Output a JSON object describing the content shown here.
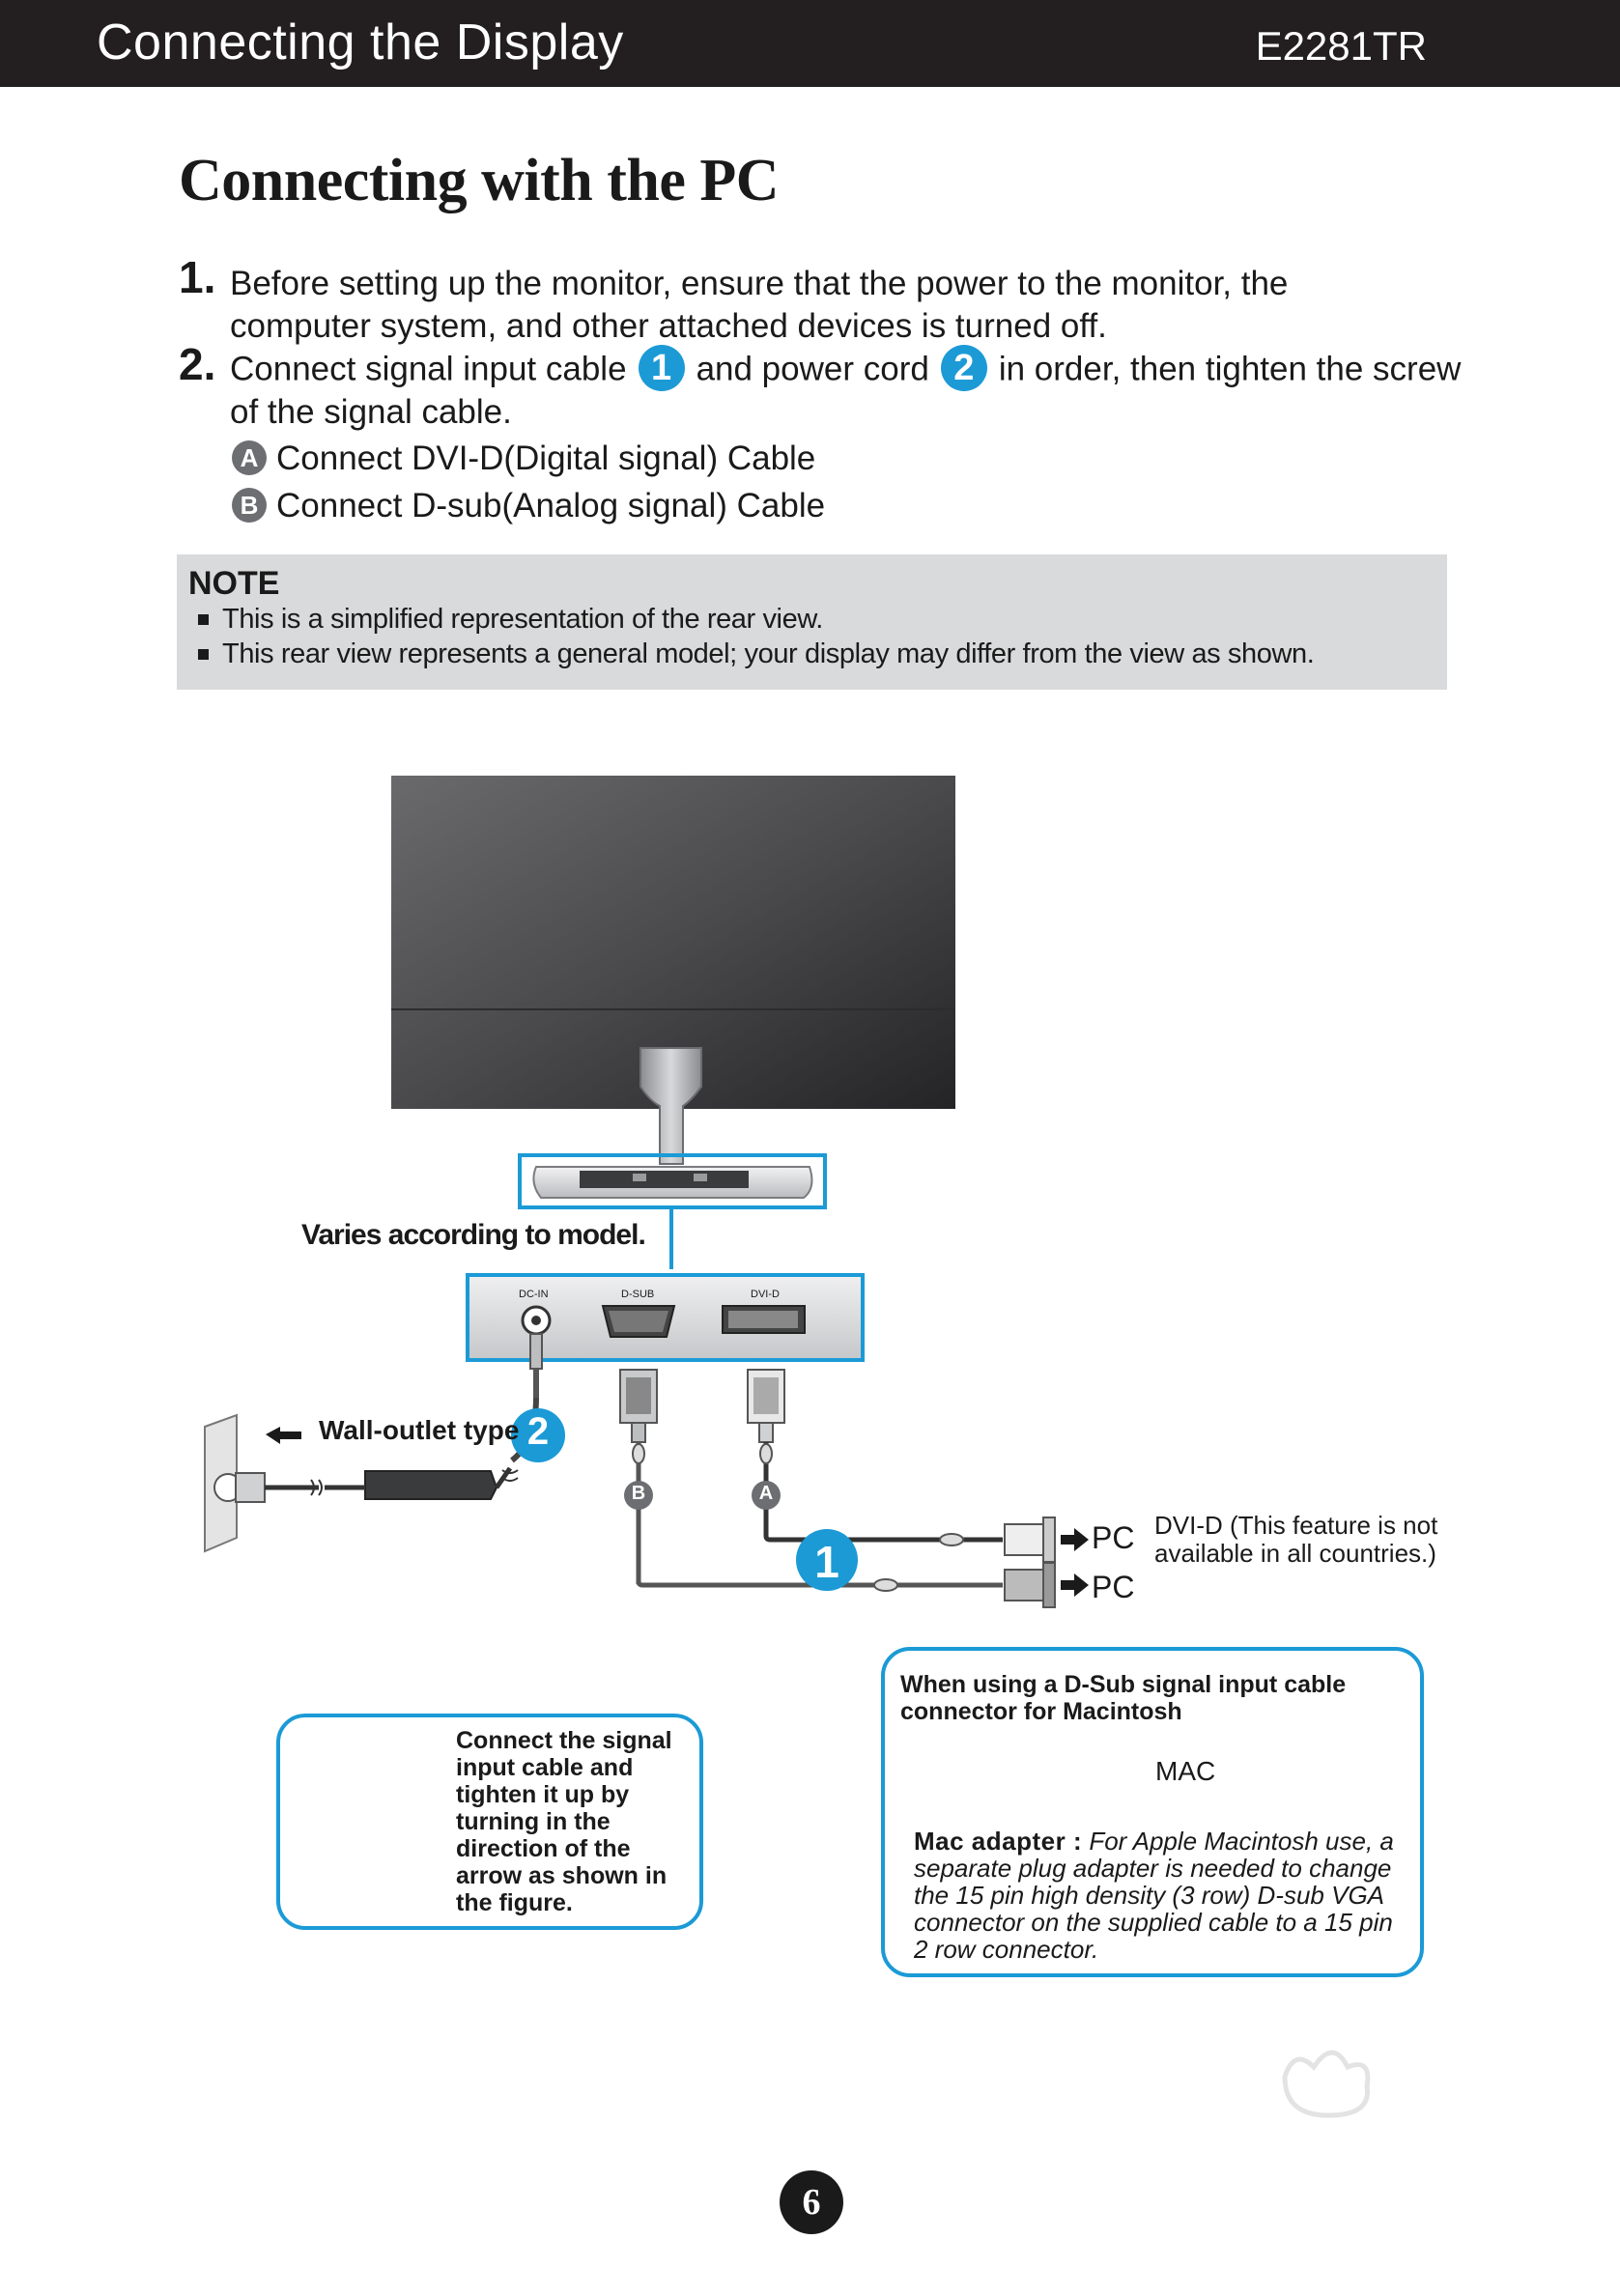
{
  "header": {
    "title": "Connecting the Display",
    "model": "E2281TR"
  },
  "section_title": "Connecting with the PC",
  "steps": [
    {
      "num": "1.",
      "text": "Before setting up the monitor, ensure that the power to the monitor, the computer system, and other attached devices is turned off."
    },
    {
      "num": "2.",
      "text_a": "Connect signal input cable",
      "badge_1": "1",
      "text_b": "and power cord",
      "badge_2": "2",
      "text_c": "in order, then tighten the screw",
      "text_d": "of the signal cable."
    }
  ],
  "sub_items": [
    {
      "badge": "A",
      "text": "Connect DVI-D(Digital signal) Cable"
    },
    {
      "badge": "B",
      "text": "Connect D-sub(Analog signal) Cable"
    }
  ],
  "note": {
    "title": "NOTE",
    "items": [
      "This is a simplified representation of the rear view.",
      "This rear view represents a general model; your display may differ from the view as shown."
    ]
  },
  "diagram": {
    "varies_label": "Varies according to model.",
    "port_labels": {
      "dc_in": "DC-IN",
      "d_sub": "D-SUB",
      "dvi_d": "DVI-D"
    },
    "wall_outlet_label": "Wall-outlet type",
    "badge_power": "2",
    "badge_signal": "1",
    "badge_a": "A",
    "badge_b": "B",
    "pc_label_1": "PC",
    "pc_label_2": "PC",
    "dvi_note_line1": "DVI-D (This feature is not",
    "dvi_note_line2": "available in all countries.)"
  },
  "box_left": {
    "text": "Connect the signal input cable and tighten it up by turning in the direction of the arrow as shown in the figure."
  },
  "box_right": {
    "title": "When using a D-Sub signal input cable connector for Macintosh",
    "mac_label": "MAC",
    "adapter_lead": "Mac adapter :",
    "adapter_body": "For Apple Macintosh use, a  separate plug adapter is needed to change the 15 pin high density (3 row) D-sub VGA connector on the supplied cable to a 15 pin  2 row connector."
  },
  "page_number": "6",
  "colors": {
    "accent": "#1b9ad6",
    "header_bg": "#231f20",
    "note_bg": "#d9dadb"
  }
}
